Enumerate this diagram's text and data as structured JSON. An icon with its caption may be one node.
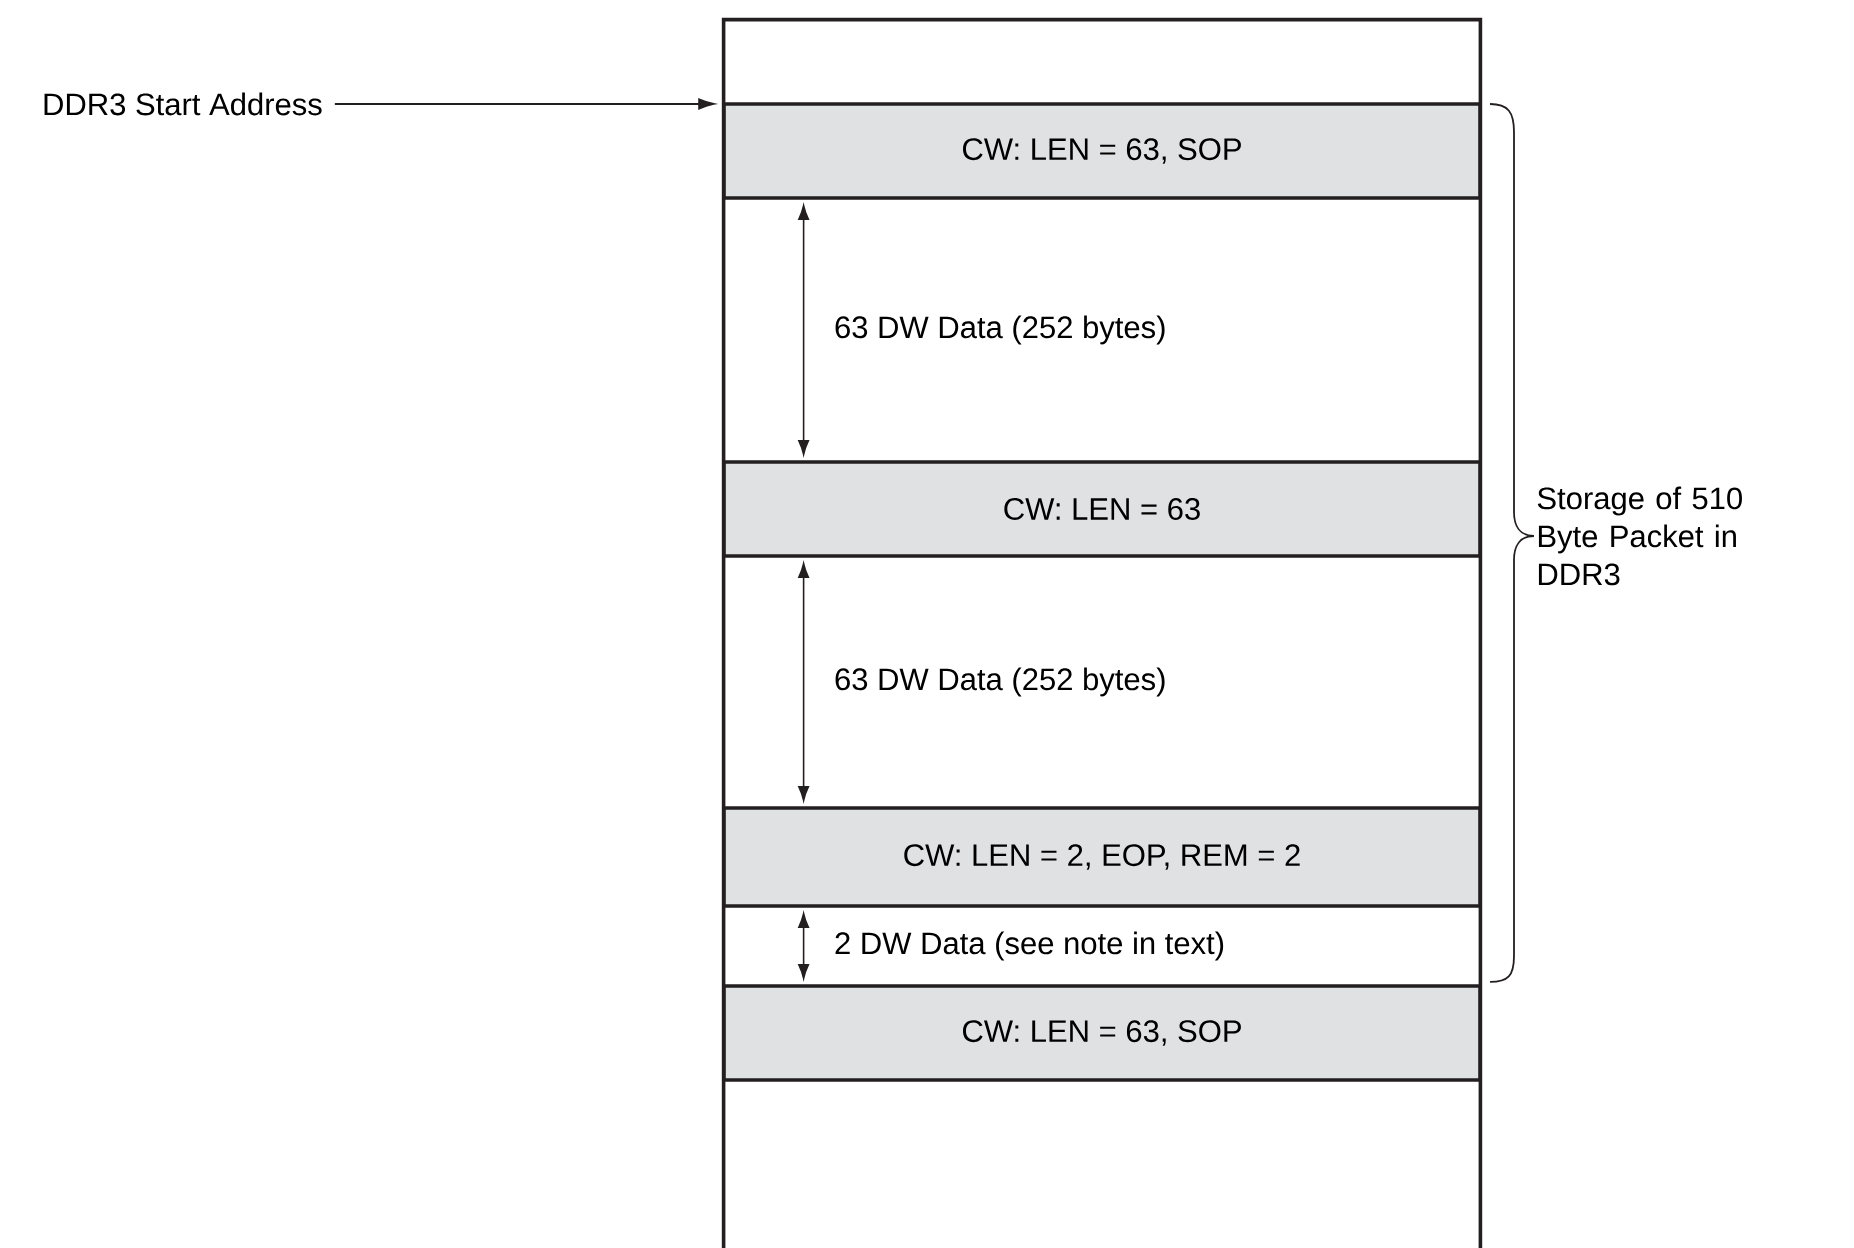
{
  "diagram": {
    "nodes": [
      {
        "text": [],
        "shape": "box"
      },
      {
        "text": [
          "DDR3 Start Address"
        ]
      },
      {
        "text": [
          "CW: LEN = 63, SOP"
        ],
        "in": 0
      },
      {
        "text": [
          "63 DW Data  (252 bytes)"
        ],
        "in": 0
      },
      {
        "text": [
          "CW: LEN = 63"
        ],
        "in": 0
      },
      {
        "text": [
          "63 DW Data  (252 bytes)"
        ],
        "in": 0
      },
      {
        "text": [
          "CW: LEN = 2, EOP, REM = 2"
        ],
        "in": 0
      },
      {
        "text": [
          "2 DW Data (see note in text)"
        ],
        "in": 0
      },
      {
        "text": [
          "CW: LEN = 63, SOP"
        ],
        "in": 0
      }
    ],
    "edges": [
      {
        "from": 1,
        "to": 2,
        "arrow": "to"
      }
    ],
    "labels": [
      "Storage of 510 Byte Packet in DDR3"
    ]
  }
}
